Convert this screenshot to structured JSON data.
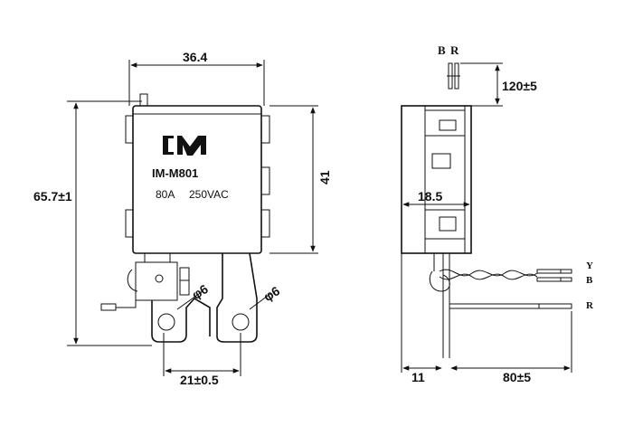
{
  "front_view": {
    "logo_text": "IM",
    "model": "IM-M801",
    "rating_current": "80A",
    "rating_voltage": "250VAC",
    "dim_width": "36.4",
    "dim_total_height": "65.7±1",
    "dim_body_height": "41",
    "dim_terminal_pitch": "21±0.5",
    "hole_left": "φ6",
    "hole_right": "φ6"
  },
  "side_view": {
    "wire_label_b_top": "B",
    "wire_label_r_top": "R",
    "dim_wire_top": "120±5",
    "dim_depth": "18.5",
    "dim_offset": "11",
    "dim_wire_length": "80±5",
    "wire_label_y": "Y",
    "wire_label_b": "B",
    "wire_label_r": "R"
  }
}
